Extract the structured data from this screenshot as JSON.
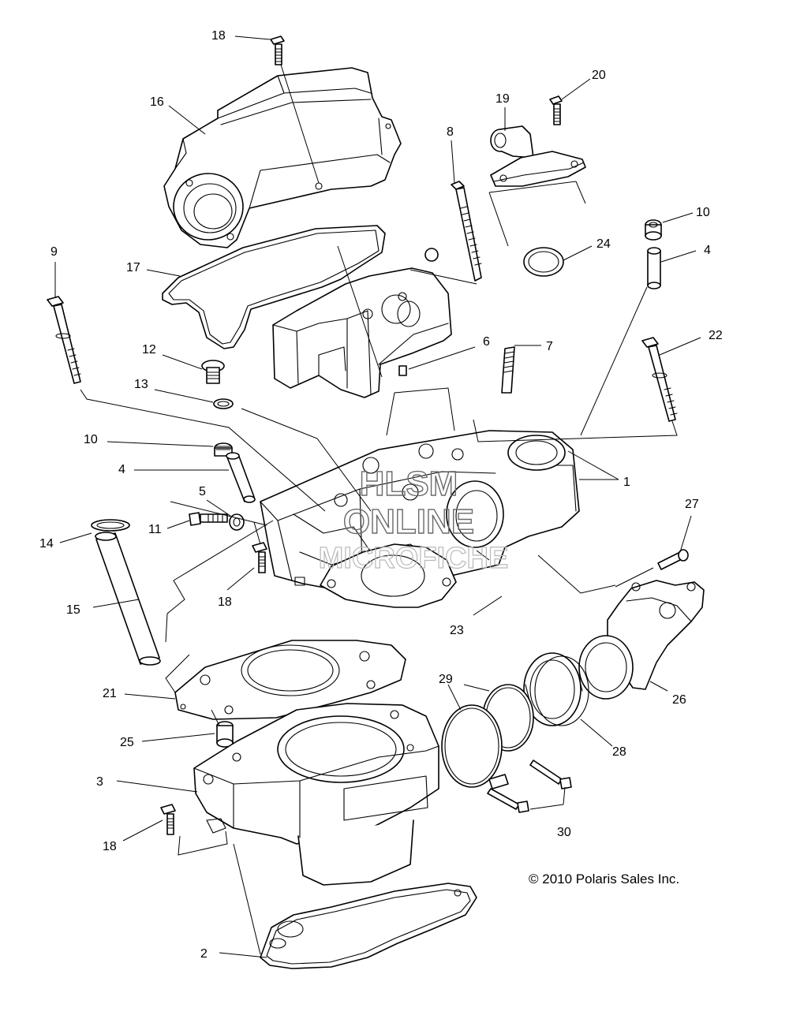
{
  "copyright": "© 2010 Polaris Sales Inc.",
  "watermark": {
    "line1": "HLSM",
    "line2": "ONLINE",
    "line3": "MICROFICHE"
  },
  "callouts": {
    "c18_top": "18",
    "c16": "16",
    "c19": "19",
    "c20": "20",
    "c8": "8",
    "c10_right": "10",
    "c4_right": "4",
    "c24": "24",
    "c9": "9",
    "c17": "17",
    "c22": "22",
    "c6": "6",
    "c7": "7",
    "c12": "12",
    "c13": "13",
    "c1": "1",
    "c10_left": "10",
    "c4_left": "4",
    "c5": "5",
    "c11": "11",
    "c14": "14",
    "c27": "27",
    "c15": "15",
    "c18_mid": "18",
    "c23": "23",
    "c21": "21",
    "c29": "29",
    "c26": "26",
    "c25": "25",
    "c28": "28",
    "c3": "3",
    "c18_bottom": "18",
    "c30": "30",
    "c2": "2"
  }
}
